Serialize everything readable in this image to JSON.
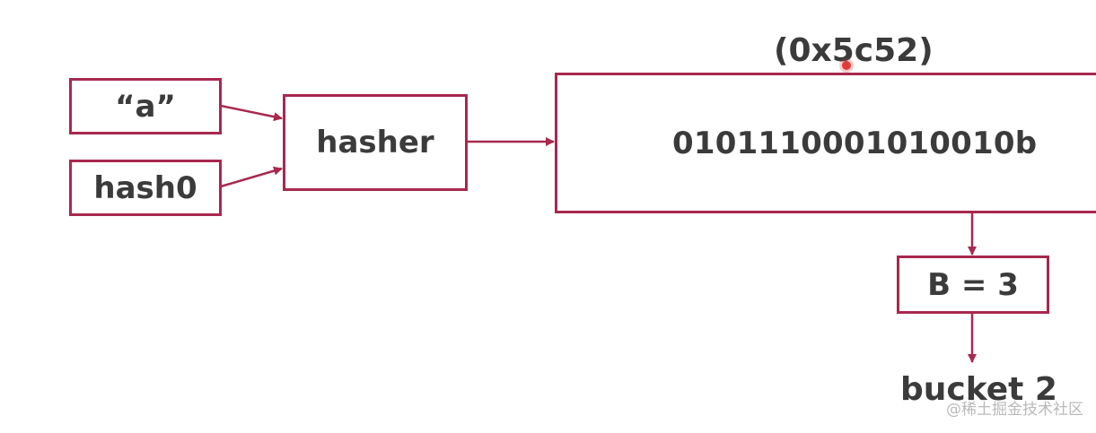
{
  "diagram": {
    "input_key": "“a”",
    "input_seed": "hash0",
    "hasher": "hasher",
    "hash_hex": "(0x5c52)",
    "hash_binary": "0101110001010010b",
    "bucket_bits": "B = 3",
    "bucket_result": "bucket 2"
  },
  "watermark": "@稀土掘金技术社区",
  "colors": {
    "stroke": "#a8284e",
    "text": "#3b3b3b"
  }
}
